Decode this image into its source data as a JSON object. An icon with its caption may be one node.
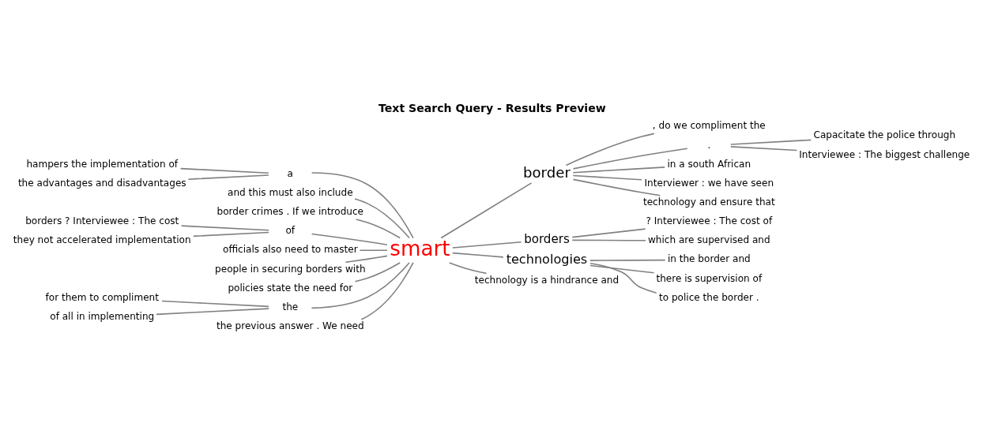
{
  "diagram": {
    "title": "Text Search Query - Results Preview",
    "nodes": [
      {
        "text": [
          "smart"
        ]
      },
      {
        "text": [
          "a"
        ]
      },
      {
        "text": [
          "hampers the implementation of"
        ]
      },
      {
        "text": [
          "the advantages and disadvantages"
        ]
      },
      {
        "text": [
          "and this must also include"
        ]
      },
      {
        "text": [
          "border crimes . If we introduce"
        ]
      },
      {
        "text": [
          "of"
        ]
      },
      {
        "text": [
          "borders ? Interviewee : The cost"
        ]
      },
      {
        "text": [
          "they not accelerated implementation"
        ]
      },
      {
        "text": [
          "officials also need to master"
        ]
      },
      {
        "text": [
          "people in securing borders with"
        ]
      },
      {
        "text": [
          "policies state the need for"
        ]
      },
      {
        "text": [
          "the"
        ]
      },
      {
        "text": [
          "for them to compliment"
        ]
      },
      {
        "text": [
          "of all in implementing"
        ]
      },
      {
        "text": [
          "the previous answer . We need"
        ]
      },
      {
        "text": [
          "border"
        ]
      },
      {
        "text": [
          ", do we compliment the"
        ]
      },
      {
        "text": [
          "."
        ]
      },
      {
        "text": [
          "Capacitate the police through"
        ]
      },
      {
        "text": [
          "Interviewee : The biggest challenge"
        ]
      },
      {
        "text": [
          "in a south African"
        ]
      },
      {
        "text": [
          "Interviewer : we have seen"
        ]
      },
      {
        "text": [
          "technology and ensure that"
        ]
      },
      {
        "text": [
          "borders"
        ]
      },
      {
        "text": [
          "? Interviewee : The cost of"
        ]
      },
      {
        "text": [
          "which are supervised and"
        ]
      },
      {
        "text": [
          "technologies"
        ]
      },
      {
        "text": [
          "in the border and"
        ]
      },
      {
        "text": [
          "there is supervision of"
        ]
      },
      {
        "text": [
          "to police the border ."
        ]
      },
      {
        "text": [
          "technology is a hindrance and"
        ]
      }
    ],
    "edges": [
      {
        "from": 2,
        "to": 1,
        "arrow": "none"
      },
      {
        "from": 3,
        "to": 1,
        "arrow": "none"
      },
      {
        "from": 1,
        "to": 0,
        "arrow": "none"
      },
      {
        "from": 4,
        "to": 0,
        "arrow": "none"
      },
      {
        "from": 5,
        "to": 0,
        "arrow": "none"
      },
      {
        "from": 7,
        "to": 6,
        "arrow": "none"
      },
      {
        "from": 8,
        "to": 6,
        "arrow": "none"
      },
      {
        "from": 6,
        "to": 0,
        "arrow": "none"
      },
      {
        "from": 9,
        "to": 0,
        "arrow": "none"
      },
      {
        "from": 10,
        "to": 0,
        "arrow": "none"
      },
      {
        "from": 11,
        "to": 0,
        "arrow": "none"
      },
      {
        "from": 13,
        "to": 12,
        "arrow": "none"
      },
      {
        "from": 14,
        "to": 12,
        "arrow": "none"
      },
      {
        "from": 12,
        "to": 0,
        "arrow": "none"
      },
      {
        "from": 15,
        "to": 0,
        "arrow": "none"
      },
      {
        "from": 0,
        "to": 16,
        "arrow": "none"
      },
      {
        "from": 16,
        "to": 17,
        "arrow": "none"
      },
      {
        "from": 16,
        "to": 18,
        "arrow": "none"
      },
      {
        "from": 18,
        "to": 19,
        "arrow": "none"
      },
      {
        "from": 18,
        "to": 20,
        "arrow": "none"
      },
      {
        "from": 16,
        "to": 21,
        "arrow": "none"
      },
      {
        "from": 16,
        "to": 22,
        "arrow": "none"
      },
      {
        "from": 16,
        "to": 23,
        "arrow": "none"
      },
      {
        "from": 0,
        "to": 24,
        "arrow": "none"
      },
      {
        "from": 24,
        "to": 25,
        "arrow": "none"
      },
      {
        "from": 24,
        "to": 26,
        "arrow": "none"
      },
      {
        "from": 0,
        "to": 27,
        "arrow": "none"
      },
      {
        "from": 27,
        "to": 28,
        "arrow": "none"
      },
      {
        "from": 27,
        "to": 29,
        "arrow": "none"
      },
      {
        "from": 27,
        "to": 30,
        "arrow": "none"
      },
      {
        "from": 0,
        "to": 31,
        "arrow": "none"
      }
    ]
  }
}
